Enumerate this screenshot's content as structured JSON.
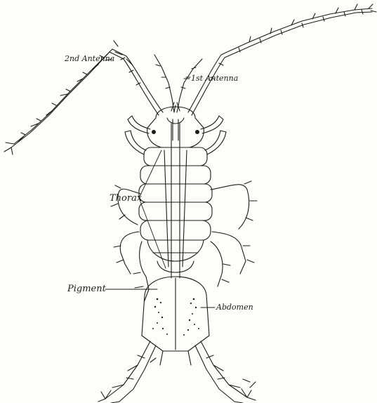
{
  "labels": {
    "antenna2": "2nd Antenna",
    "antenna1": "1st Antenna",
    "thorax": "Thorax",
    "pigment": "Pigment",
    "abdomen": "Abdomen"
  },
  "colors": {
    "ink": "#1c1c1c",
    "paper": "#fdfdfc"
  }
}
